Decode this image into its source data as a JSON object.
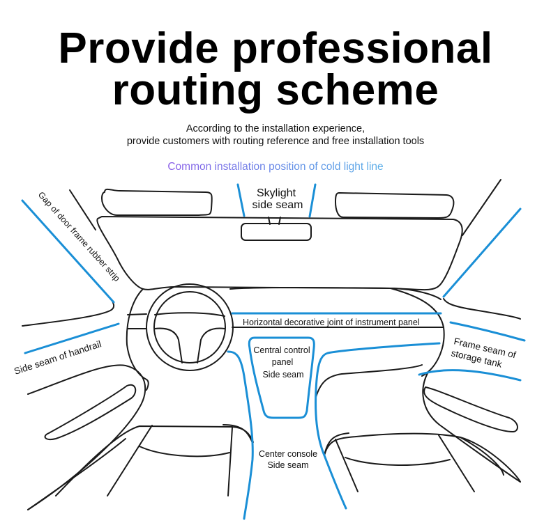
{
  "header": {
    "title_line1": "Provide professional",
    "title_line2": "routing scheme",
    "subtitle_line1": "According to the installation experience,",
    "subtitle_line2": "provide customers with routing reference and free installation tools",
    "accent_heading": "Common installation position of cold light line"
  },
  "colors": {
    "seam_line": "#1a8fd6",
    "outline": "#1a1a1a",
    "accent_gradient_start": "#8a5ce8",
    "accent_gradient_end": "#5aaee8"
  },
  "diagram": {
    "labels": {
      "skylight_line1": "Skylight",
      "skylight_line2": "side seam",
      "door_frame": "Gap of door frame rubber strip",
      "handrail": "Side seam of handrail",
      "instrument_panel": "Horizontal decorative joint of instrument panel",
      "central_panel_line1": "Central control",
      "central_panel_line2": "panel",
      "central_panel_line3": "Side seam",
      "storage_line1": "Frame seam of",
      "storage_line2": "storage tank",
      "console_line1": "Center console",
      "console_line2": "Side seam"
    }
  }
}
